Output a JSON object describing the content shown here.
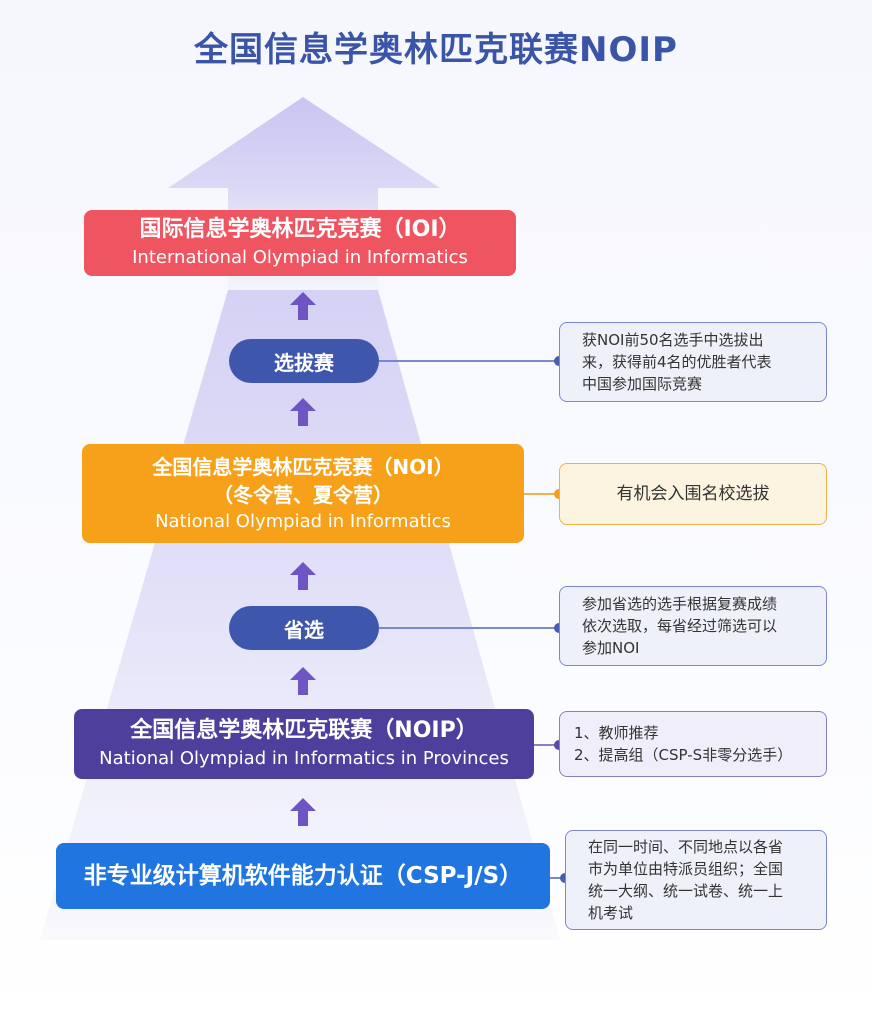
{
  "title": "全国信息学奥林匹克联赛NOIP",
  "levels": {
    "ioi": {
      "zh": "国际信息学奥林匹克竞赛（IOI）",
      "en": "International Olympiad in Informatics"
    },
    "selection": {
      "label": "选拔赛",
      "note": [
        "获NOI前50名选手中选拔出",
        "来，获得前4名的优胜者代表",
        "中国参加国际竞赛"
      ]
    },
    "noi": {
      "zh_line1": "全国信息学奥林匹克竞赛（NOI）",
      "zh_line2": "（冬令营、夏令营）",
      "en": "National Olympiad in Informatics",
      "note": "有机会入围名校选拔"
    },
    "province": {
      "label": "省选",
      "note": [
        "参加省选的选手根据复赛成绩",
        "依次选取，每省经过筛选可以",
        "参加NOI"
      ]
    },
    "noip": {
      "zh": "全国信息学奥林匹克联赛（NOIP）",
      "en": "National Olympiad in Informatics in Provinces",
      "note": [
        "1、教师推荐",
        "2、提高组（CSP-S非零分选手）"
      ]
    },
    "csp": {
      "zh": "非专业级计算机软件能力认证（CSP-J/S）",
      "note": [
        "在同一时间、不同地点以各省",
        "市为单位由特派员组织；全国",
        "统一大纲、统一试卷、统一上",
        "机考试"
      ]
    }
  },
  "colors": {
    "title": "#3a55a8",
    "ioi": "#ef5461",
    "noi": "#f7a11a",
    "noip": "#4e3f9c",
    "csp": "#2075e0",
    "pill": "#3e57ad",
    "arrow": "#6f55c4"
  },
  "icons": {
    "up_arrow": "up-arrow-icon",
    "big_arrow": "big-up-arrow-background"
  }
}
